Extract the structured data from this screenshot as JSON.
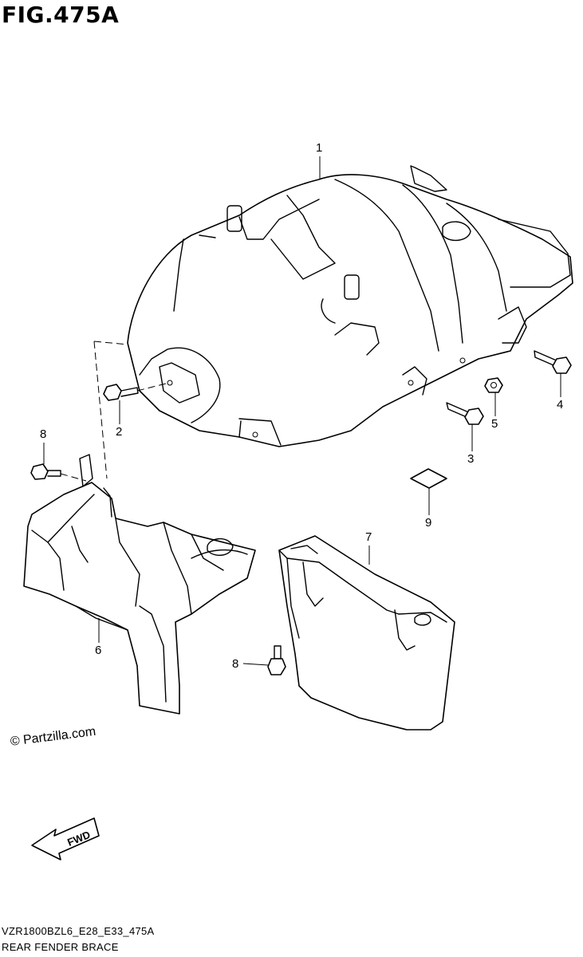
{
  "figure": {
    "title": "FIG.475A",
    "code": "VZR1800BZL6_E28_E33_475A",
    "name": "REAR FENDER BRACE",
    "copyright": "© Partzilla.com",
    "fwd_label": "FWD"
  },
  "callouts": [
    {
      "id": "1",
      "label": "1"
    },
    {
      "id": "2",
      "label": "2"
    },
    {
      "id": "3",
      "label": "3"
    },
    {
      "id": "4",
      "label": "4"
    },
    {
      "id": "5",
      "label": "5"
    },
    {
      "id": "6",
      "label": "6"
    },
    {
      "id": "7",
      "label": "7"
    },
    {
      "id": "8a",
      "label": "8"
    },
    {
      "id": "8b",
      "label": "8"
    },
    {
      "id": "9",
      "label": "9"
    }
  ]
}
